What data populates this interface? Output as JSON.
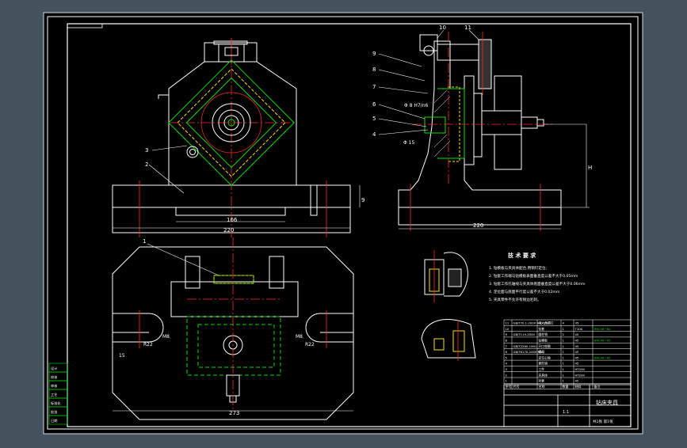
{
  "colors": {
    "workspace": "#44525e",
    "sheet": "#000000",
    "line": "#ffffff",
    "center": "#ff2a2a",
    "part": "#00e000",
    "accent": "#ffe000",
    "hidden": "#c8a800",
    "frame": "#ffffff"
  },
  "dims": {
    "front_inner": "166",
    "front_outer": "220",
    "side_base": "220",
    "side_height": "H",
    "top_width": "273",
    "front_right": "9",
    "dia_a": "Φ 8 H7/n6",
    "dia_b": "Φ 15",
    "r_left": "R22",
    "r_right": "R22",
    "bolt_left": "M8",
    "bolt_right": "M8",
    "slot_left": "15"
  },
  "balloons": {
    "front": [
      "3",
      "2"
    ],
    "top": [
      "1"
    ],
    "side": [
      "9",
      "8",
      "7",
      "6",
      "5",
      "4",
      "10",
      "11"
    ]
  },
  "notes": {
    "title": "技 术 要 求",
    "lines": [
      "1. 钻模板与夹具体配合,用销钉定位;",
      "2. 钻套工作端与钻模板表面垂直度公差不大于0.05mm",
      "3. 钻套工作孔轴线与夹具体底面垂直度公差不大于0.06mm",
      "4. 定位面与底面平行度公差不大于0.02mm",
      "5. 夹具零件不允许有锐边毛刺。"
    ]
  },
  "left_block": [
    "设计",
    "校核",
    "审核",
    "工艺",
    "标准化",
    "批准",
    "日期"
  ],
  "bom": {
    "rows": [
      [
        "11",
        "GB/T70.1-2000 M8×25",
        "内六角螺钉",
        "4",
        "35",
        ""
      ],
      [
        "10",
        "",
        "钻套",
        "1",
        "T10A",
        "HRC58~64"
      ],
      [
        "9",
        "GB/T119-2000",
        "圆柱销",
        "2",
        "45",
        ""
      ],
      [
        "8",
        "",
        "钻模板",
        "1",
        "45",
        "HRC40~45"
      ],
      [
        "7",
        "GB/T2260-1991",
        "开口垫圈",
        "1",
        "45",
        ""
      ],
      [
        "6",
        "GB/T6170-2000 M10",
        "螺母",
        "1",
        "45",
        ""
      ],
      [
        "5",
        "",
        "定位心轴",
        "1",
        "45",
        "HRC40~45"
      ],
      [
        "4",
        "",
        "菱形销",
        "1",
        "45",
        ""
      ],
      [
        "3",
        "",
        "工件",
        "1",
        "HT200",
        ""
      ],
      [
        "2",
        "",
        "夹具体",
        "1",
        "HT200",
        ""
      ],
      [
        "1",
        "",
        "衬套",
        "1",
        "45",
        ""
      ]
    ],
    "headers": [
      "序号",
      "代号",
      "名称",
      "数量",
      "材料",
      "备注"
    ],
    "title": "钻床夹具",
    "scale": "1:1",
    "sheet": "共1张 第1张"
  }
}
